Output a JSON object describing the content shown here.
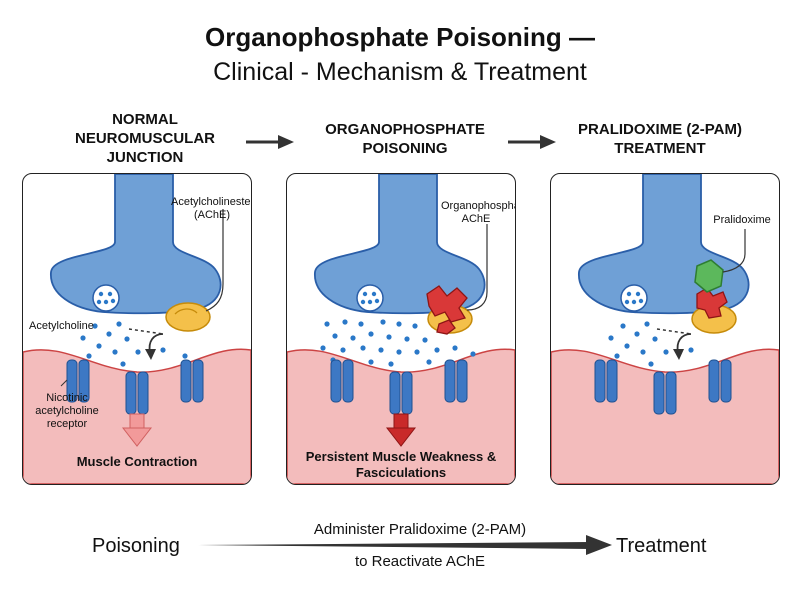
{
  "title": {
    "line1": "Organophosphate Poisoning —",
    "line2": "Clinical - Mechanism & Treatment"
  },
  "phases": [
    {
      "heading": "NORMAL NEUROMUSCULAR JUNCTION"
    },
    {
      "heading": "ORGANOPHOSPHATE POISONING"
    },
    {
      "heading": "PRALIDOXIME (2-PAM) TREATMENT"
    }
  ],
  "panel1": {
    "enzyme_label": "Acetylcholinesterase (AChE)",
    "neurotransmitter_label": "Acetylcholine",
    "receptor_label": "Nicotinic acetylcholine receptor",
    "outcome": "Muscle Contraction"
  },
  "panel2": {
    "inhibitor_label": "Organophosphate-AChE",
    "outcome": "Persistent Muscle Weakness & Fasciculations"
  },
  "panel3": {
    "drug_label": "Pralidoxime"
  },
  "bottom": {
    "start": "Poisoning",
    "action_line1": "Administer Pralidoxime (2-PAM)",
    "action_line2": "to Reactivate AChE",
    "end": "Treatment"
  },
  "colors": {
    "nerve_terminal": "#6fa0d6",
    "muscle": "#f3bcbc",
    "enzyme": "#f4c04a",
    "organophosphate": "#d93838",
    "pralidoxime": "#5cb85c",
    "receptor": "#3d78c4",
    "muscle_contraction_arrow": "#f29a9a",
    "weakness_arrow": "#c92a2a"
  }
}
